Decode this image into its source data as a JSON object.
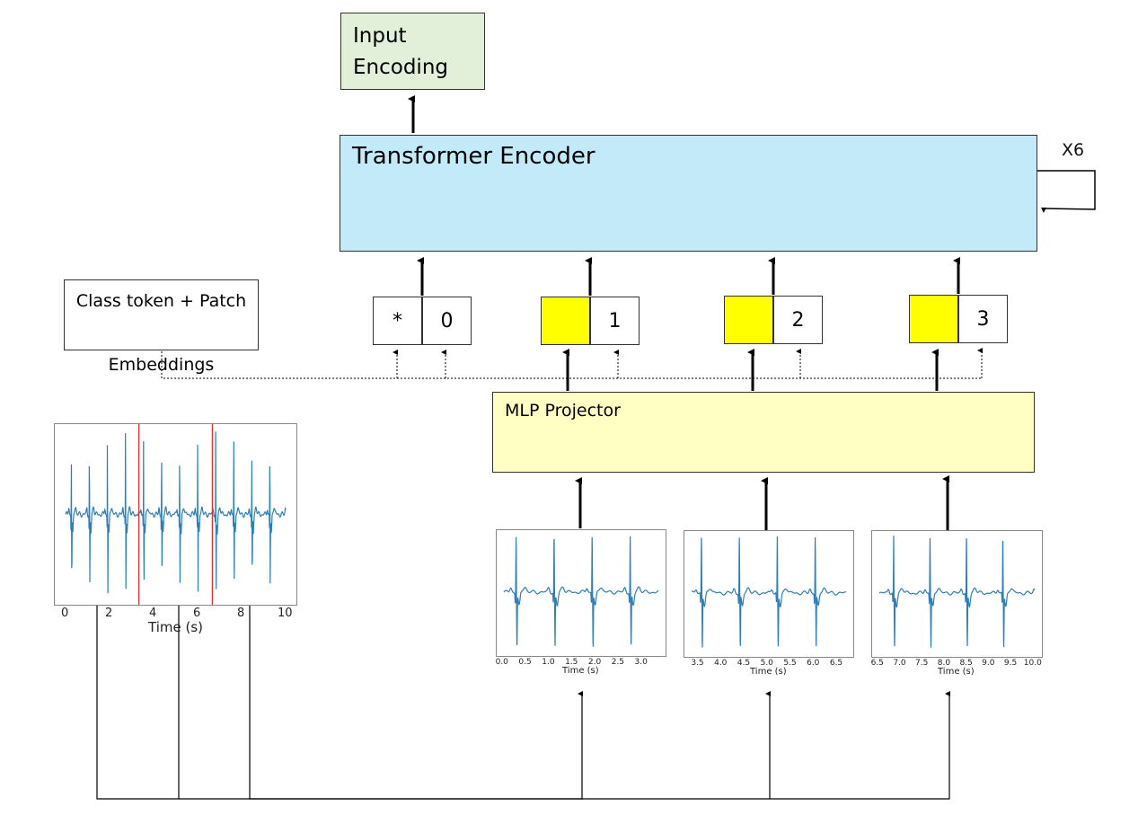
{
  "input_encoding": {
    "line1": "Input",
    "line2": "Encoding"
  },
  "transformer_encoder": {
    "label": "Transformer Encoder",
    "repeat": "X6"
  },
  "class_token_box": {
    "line1": "Class token + Patch",
    "line2": "Embeddings"
  },
  "mlp_projector": {
    "label": "MLP Projector"
  },
  "tokens": [
    {
      "left": "*",
      "right": "0",
      "left_filled": false
    },
    {
      "left": "",
      "right": "1",
      "left_filled": true
    },
    {
      "left": "",
      "right": "2",
      "left_filled": true
    },
    {
      "left": "",
      "right": "3",
      "left_filled": true
    }
  ],
  "colors": {
    "signal": "#2e7ebc",
    "split_line": "#e03030",
    "token_fill": "#ffff00",
    "encoder_fill": "#c2eaf9",
    "mlp_fill": "#ffffc3",
    "input_fill": "#e2efd9"
  },
  "full_plot": {
    "xlabel": "Time (s)",
    "xticks": [
      "0",
      "2",
      "4",
      "6",
      "8",
      "10"
    ],
    "xlim": [
      0,
      10
    ],
    "split_markers": [
      3.33,
      6.67
    ]
  },
  "patch_plots": [
    {
      "xlabel": "Time (s)",
      "xticks": [
        "0.0",
        "0.5",
        "1.0",
        "1.5",
        "2.0",
        "2.5",
        "3.0"
      ],
      "xlim": [
        0,
        3.33
      ]
    },
    {
      "xlabel": "Time (s)",
      "xticks": [
        "3.5",
        "4.0",
        "4.5",
        "5.0",
        "5.5",
        "6.0",
        "6.5"
      ],
      "xlim": [
        3.33,
        6.67
      ]
    },
    {
      "xlabel": "Time (s)",
      "xticks": [
        "6.5",
        "7.0",
        "7.5",
        "8.0",
        "8.5",
        "9.0",
        "9.5",
        "10.0"
      ],
      "xlim": [
        6.5,
        10.0
      ]
    }
  ]
}
